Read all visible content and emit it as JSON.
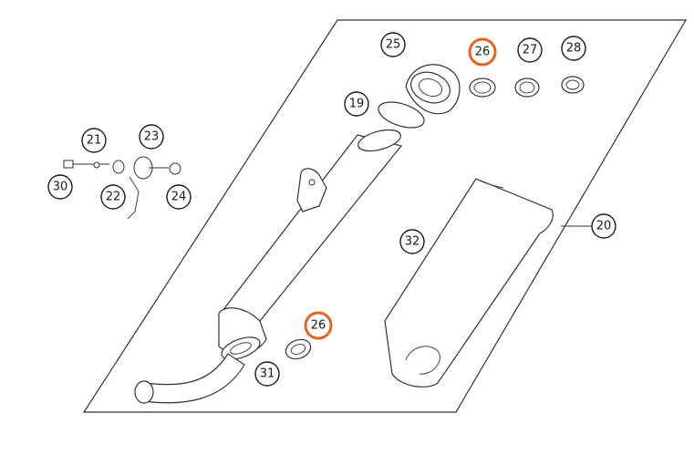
{
  "diagram": {
    "highlight_color": "#e8641e",
    "labels": [
      {
        "id": "19",
        "text": "19",
        "highlight": false
      },
      {
        "id": "20",
        "text": "20",
        "highlight": false
      },
      {
        "id": "21",
        "text": "21",
        "highlight": false
      },
      {
        "id": "22",
        "text": "22",
        "highlight": false
      },
      {
        "id": "23",
        "text": "23",
        "highlight": false
      },
      {
        "id": "24",
        "text": "24",
        "highlight": false
      },
      {
        "id": "25",
        "text": "25",
        "highlight": false
      },
      {
        "id": "26a",
        "text": "26",
        "highlight": true
      },
      {
        "id": "26b",
        "text": "26",
        "highlight": true
      },
      {
        "id": "27",
        "text": "27",
        "highlight": false
      },
      {
        "id": "28",
        "text": "28",
        "highlight": false
      },
      {
        "id": "30",
        "text": "30",
        "highlight": false
      },
      {
        "id": "31",
        "text": "31",
        "highlight": false
      },
      {
        "id": "32",
        "text": "32",
        "highlight": false
      }
    ]
  }
}
